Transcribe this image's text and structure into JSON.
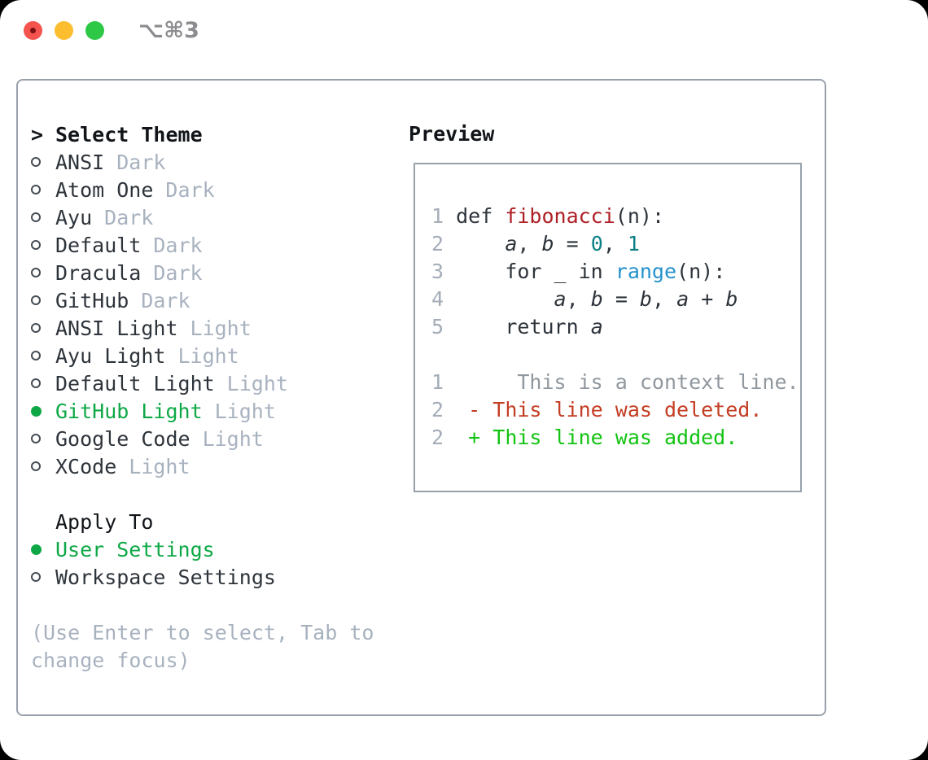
{
  "colors": {
    "selected-green": "#0da845",
    "added-green": "#12c312",
    "deleted-red": "#c33d22",
    "func-red": "#ae2025",
    "number-teal": "#0c7f84",
    "builtin-blue": "#2592cc",
    "text-dark": "#2e343b",
    "header-black": "#111519",
    "tag-gray": "#a8b2bf",
    "hint-gray": "#a8b2bf",
    "lineno-gray": "#a4adb8",
    "context-gray": "#90989f",
    "border-gray": "#98a1ab",
    "titlebar-gray": "#8c8c90",
    "traffic-red": "#f4534e",
    "traffic-red-dot": "#7c1113",
    "traffic-yellow": "#fcbd2f",
    "traffic-green": "#2cc846"
  },
  "titlebar": {
    "shortcut": "⌥⌘3"
  },
  "theme_picker": {
    "header": "Select Theme",
    "cursor": ">",
    "themes": [
      {
        "name": "ANSI",
        "tag": "Dark",
        "selected": false
      },
      {
        "name": "Atom One",
        "tag": "Dark",
        "selected": false
      },
      {
        "name": "Ayu",
        "tag": "Dark",
        "selected": false
      },
      {
        "name": "Default",
        "tag": "Dark",
        "selected": false
      },
      {
        "name": "Dracula",
        "tag": "Dark",
        "selected": false
      },
      {
        "name": "GitHub",
        "tag": "Dark",
        "selected": false
      },
      {
        "name": "ANSI Light",
        "tag": "Light",
        "selected": false
      },
      {
        "name": "Ayu Light",
        "tag": "Light",
        "selected": false
      },
      {
        "name": "Default Light",
        "tag": "Light",
        "selected": false
      },
      {
        "name": "GitHub Light",
        "tag": "Light",
        "selected": true
      },
      {
        "name": "Google Code",
        "tag": "Light",
        "selected": false
      },
      {
        "name": "XCode",
        "tag": "Light",
        "selected": false
      }
    ],
    "apply_header": "Apply To",
    "apply_options": [
      {
        "label": "User Settings",
        "selected": true
      },
      {
        "label": "Workspace Settings",
        "selected": false
      }
    ],
    "hint_lines": [
      "(Use Enter to select, Tab to",
      "change focus)"
    ]
  },
  "preview": {
    "header": "Preview",
    "code_lines": [
      {
        "num": "1",
        "tokens": [
          {
            "t": "def ",
            "c": "code"
          },
          {
            "t": "fibonacci",
            "c": "func"
          },
          {
            "t": "(n):",
            "c": "code"
          }
        ]
      },
      {
        "num": "2",
        "tokens": [
          {
            "t": "    ",
            "c": "code"
          },
          {
            "t": "a",
            "c": "var"
          },
          {
            "t": ", ",
            "c": "code"
          },
          {
            "t": "b",
            "c": "var"
          },
          {
            "t": " = ",
            "c": "code"
          },
          {
            "t": "0",
            "c": "num"
          },
          {
            "t": ", ",
            "c": "code"
          },
          {
            "t": "1",
            "c": "num"
          }
        ]
      },
      {
        "num": "3",
        "tokens": [
          {
            "t": "    for _ in ",
            "c": "code"
          },
          {
            "t": "range",
            "c": "builtin"
          },
          {
            "t": "(n):",
            "c": "code"
          }
        ]
      },
      {
        "num": "4",
        "tokens": [
          {
            "t": "        ",
            "c": "code"
          },
          {
            "t": "a",
            "c": "var"
          },
          {
            "t": ", ",
            "c": "code"
          },
          {
            "t": "b",
            "c": "var"
          },
          {
            "t": " = ",
            "c": "code"
          },
          {
            "t": "b",
            "c": "var"
          },
          {
            "t": ", ",
            "c": "code"
          },
          {
            "t": "a",
            "c": "var"
          },
          {
            "t": " + ",
            "c": "code"
          },
          {
            "t": "b",
            "c": "var"
          }
        ]
      },
      {
        "num": "5",
        "tokens": [
          {
            "t": "    return ",
            "c": "code"
          },
          {
            "t": "a",
            "c": "var"
          }
        ]
      },
      {
        "num": "",
        "tokens": []
      },
      {
        "num": "1",
        "tokens": [
          {
            "t": "     This is a context line.",
            "c": "context"
          }
        ]
      },
      {
        "num": "2",
        "tokens": [
          {
            "t": " - This line was deleted.",
            "c": "deleted"
          }
        ]
      },
      {
        "num": "2",
        "tokens": [
          {
            "t": " + This line was added.",
            "c": "added"
          }
        ]
      }
    ]
  }
}
